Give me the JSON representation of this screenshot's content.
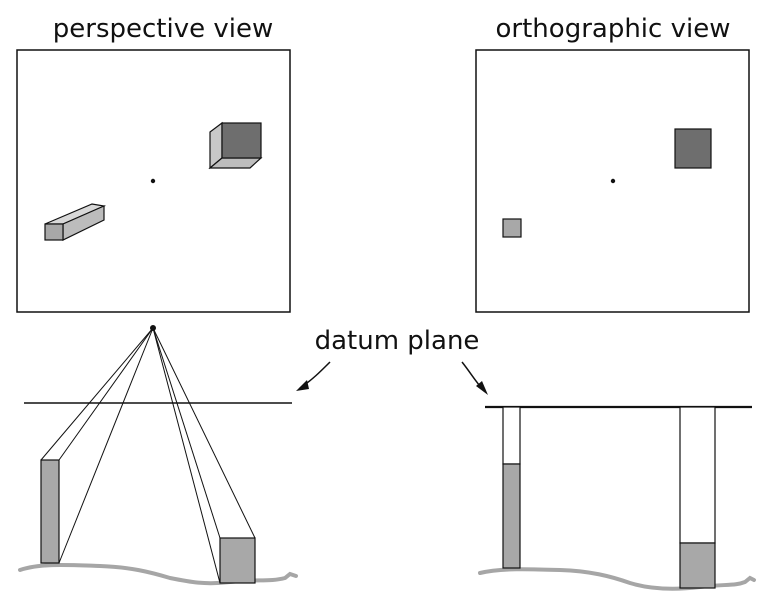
{
  "panels": {
    "perspective": {
      "title": "perspective view"
    },
    "orthographic": {
      "title": "orthographic view"
    }
  },
  "annotation": {
    "datum_label": "datum plane"
  },
  "colors": {
    "stroke": "#111111",
    "ground": "#a6a6a6",
    "light_gray": "#c8c8c8",
    "mid_gray": "#a8a8a8",
    "dark_gray": "#6e6e6e",
    "background": "#ffffff"
  }
}
